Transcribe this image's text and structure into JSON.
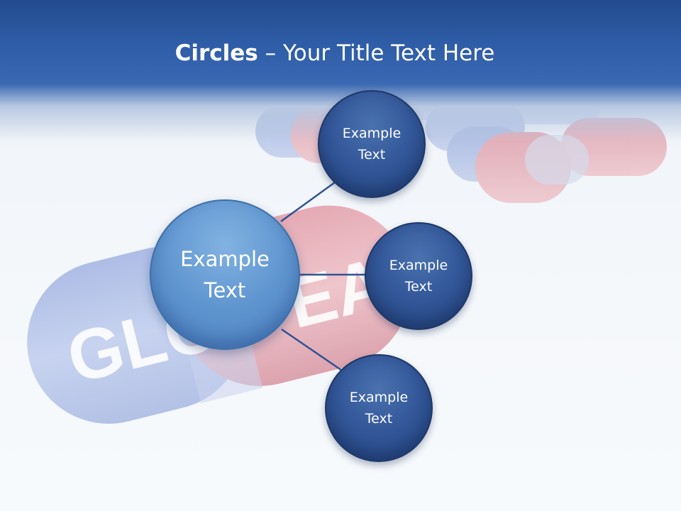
{
  "title": {
    "bold": "Circles",
    "rest": " – Your Title Text Here"
  },
  "background": {
    "pill_text_left": "GLO",
    "pill_text_right": "EALT"
  },
  "main": {
    "label": "Example\nText"
  },
  "branches": [
    {
      "label": "Example\nText"
    },
    {
      "label": "Example\nText"
    },
    {
      "label": "Example\nText"
    }
  ],
  "colors": {
    "header": "#2e5ca6",
    "main_circle": "#5f95cf",
    "branch_circle": "#2f5395",
    "connector": "#2f5395"
  }
}
